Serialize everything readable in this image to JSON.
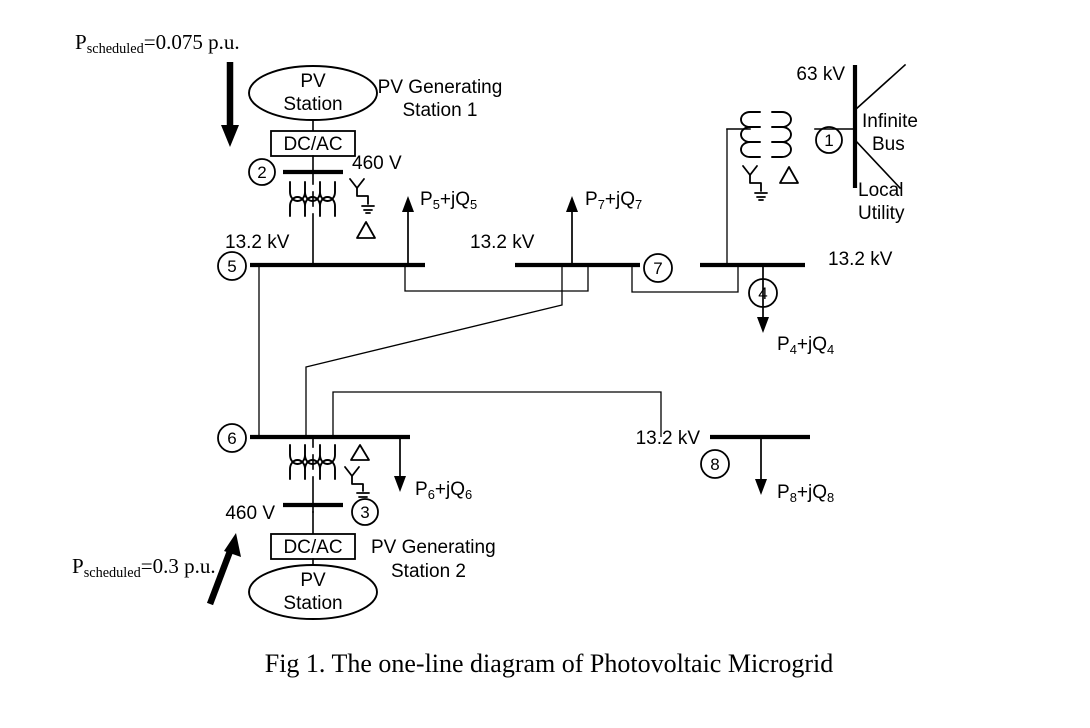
{
  "figure": {
    "caption": "Fig 1. The one-line diagram of Photovoltaic Microgrid"
  },
  "colors": {
    "line": "#000000",
    "background": "#ffffff",
    "text": "#000000"
  },
  "scheduled_labels": [
    {
      "id": "pv1-scheduled",
      "prefix": "P",
      "subscript": "scheduled",
      "value": "=0.075 p.u.",
      "full_text": "Pscheduled=0.075 p.u.",
      "arrow_direction": "down"
    },
    {
      "id": "pv2-scheduled",
      "prefix": "P",
      "subscript": "scheduled",
      "value": "=0.3 p.u.",
      "full_text": "Pscheduled=0.3 p.u.",
      "arrow_direction": "up-right"
    }
  ],
  "pv_stations": [
    {
      "id": "pv-station-1",
      "ellipse_line1": "PV",
      "ellipse_line2": "Station",
      "converter_label": "DC/AC",
      "title_line1": "PV Generating",
      "title_line2": "Station 1",
      "lv_voltage": "460 V",
      "hv_voltage": "13.2 kV",
      "lv_bus_number": "2",
      "hv_bus_number": "5",
      "winding_top": "Y-grounded",
      "winding_bottom": "Delta"
    },
    {
      "id": "pv-station-2",
      "ellipse_line1": "PV",
      "ellipse_line2": "Station",
      "converter_label": "DC/AC",
      "title_line1": "PV Generating",
      "title_line2": "Station 2",
      "lv_voltage": "460 V",
      "hv_voltage": "13.2 kV",
      "lv_bus_number": "3",
      "hv_bus_number": "6",
      "winding_top": "Delta",
      "winding_bottom": "Y-grounded"
    }
  ],
  "utility": {
    "hv_voltage": "63 kV",
    "bus_number": "1",
    "label_line1": "Infinite",
    "label_line2": "Bus",
    "source_line1": "Local",
    "source_line2": "Utility",
    "winding_left": "Y-grounded",
    "winding_right": "Delta"
  },
  "buses": [
    {
      "id": "bus-5",
      "number": "5",
      "voltage": "13.2 kV"
    },
    {
      "id": "bus-7",
      "number": "7",
      "voltage": "13.2 kV"
    },
    {
      "id": "bus-4",
      "number": "4",
      "voltage": "13.2 kV"
    },
    {
      "id": "bus-6",
      "number": "6",
      "voltage": ""
    },
    {
      "id": "bus-8",
      "number": "8",
      "voltage": "13.2 kV"
    }
  ],
  "loads": [
    {
      "id": "load-5",
      "symbol": "P",
      "index": "5",
      "text": "P5+jQ5",
      "direction": "up"
    },
    {
      "id": "load-7",
      "symbol": "P",
      "index": "7",
      "text": "P7+jQ7",
      "direction": "up"
    },
    {
      "id": "load-4",
      "symbol": "P",
      "index": "4",
      "text": "P4+jQ4",
      "direction": "down"
    },
    {
      "id": "load-6",
      "symbol": "P",
      "index": "6",
      "text": "P6+jQ6",
      "direction": "down"
    },
    {
      "id": "load-8",
      "symbol": "P",
      "index": "8",
      "text": "P8+jQ8",
      "direction": "down"
    }
  ]
}
